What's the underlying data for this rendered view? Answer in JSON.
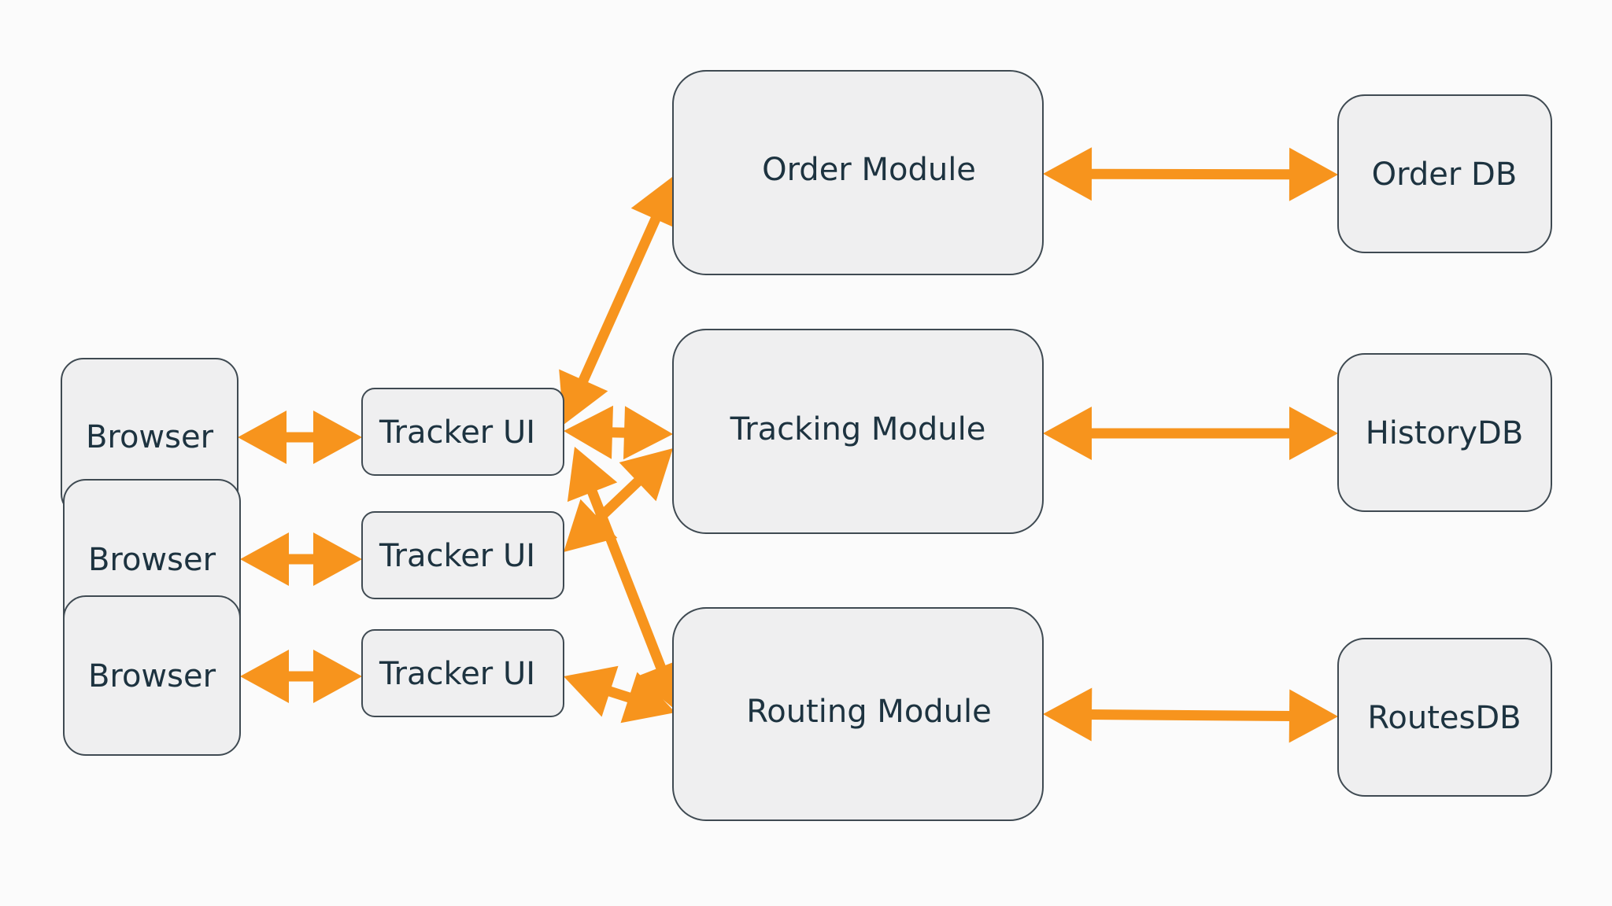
{
  "colors": {
    "arrow": "#f7941d",
    "box_fill": "#efeff0",
    "box_stroke": "#3f4a52",
    "text": "#1d3340",
    "background": "#fbfbfb"
  },
  "nodes": {
    "browser_1": {
      "label": "Browser"
    },
    "browser_2": {
      "label": "Browser"
    },
    "browser_3": {
      "label": "Browser"
    },
    "tracker_ui_1": {
      "label": "Tracker UI"
    },
    "tracker_ui_2": {
      "label": "Tracker UI"
    },
    "tracker_ui_3": {
      "label": "Tracker UI"
    },
    "order_module": {
      "label": "Order Module"
    },
    "tracking_module": {
      "label": "Tracking Module"
    },
    "routing_module": {
      "label": "Routing Module"
    },
    "order_db": {
      "label": "Order DB"
    },
    "history_db": {
      "label": "HistoryDB"
    },
    "routes_db": {
      "label": "RoutesDB"
    }
  },
  "edges": [
    {
      "from": "browser_1",
      "to": "tracker_ui_1",
      "bidirectional": true
    },
    {
      "from": "browser_2",
      "to": "tracker_ui_2",
      "bidirectional": true
    },
    {
      "from": "browser_3",
      "to": "tracker_ui_3",
      "bidirectional": true
    },
    {
      "from": "tracker_ui_1",
      "to": "order_module",
      "bidirectional": true
    },
    {
      "from": "tracker_ui_1",
      "to": "tracking_module",
      "bidirectional": true
    },
    {
      "from": "tracker_ui_1",
      "to": "routing_module",
      "bidirectional": true
    },
    {
      "from": "tracker_ui_2",
      "to": "tracking_module",
      "bidirectional": true
    },
    {
      "from": "tracker_ui_3",
      "to": "routing_module",
      "bidirectional": true
    },
    {
      "from": "order_module",
      "to": "order_db",
      "bidirectional": true
    },
    {
      "from": "tracking_module",
      "to": "history_db",
      "bidirectional": true
    },
    {
      "from": "routing_module",
      "to": "routes_db",
      "bidirectional": true
    }
  ]
}
